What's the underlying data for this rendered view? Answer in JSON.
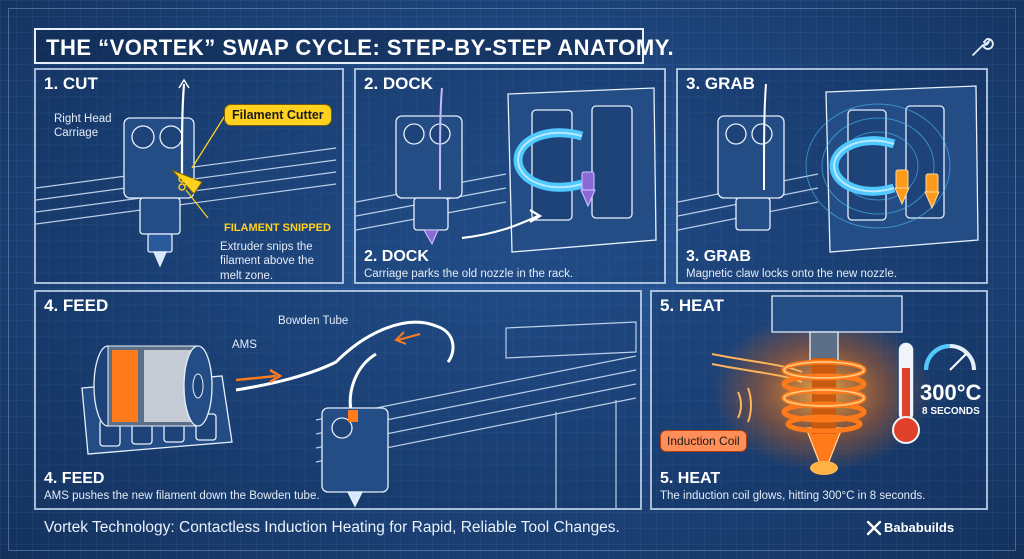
{
  "header": {
    "title": "THE “VORTEK” SWAP CYCLE: STEP-BY-STEP ANATOMY."
  },
  "panels": {
    "cut": {
      "title": "1. CUT",
      "head_label": "Right Head Carriage",
      "cutter_callout": "Filament Cutter",
      "snipped_label": "FILAMENT SNIPPED",
      "description": "Extruder snips the filament above the melt zone."
    },
    "dock": {
      "title": "2. DOCK",
      "caption": "2. DOCK",
      "description": "Carriage parks the old nozzle in the rack."
    },
    "grab": {
      "title": "3. GRAB",
      "caption": "3. GRAB",
      "description": "Magnetic claw locks onto the new nozzle."
    },
    "feed": {
      "title": "4. FEED",
      "ams_label": "AMS",
      "tube_label": "Bowden Tube",
      "caption": "4. FEED",
      "description": "AMS pushes the new filament down the Bowden tube."
    },
    "heat": {
      "title": "5. HEAT",
      "coil_label": "Induction Coil",
      "temperature": "300°C",
      "duration": "8 SECONDS",
      "caption": "5. HEAT",
      "description": "The induction coil glows, hitting 300°C in 8 seconds."
    }
  },
  "footer": {
    "text": "Vortek Technology: Contactless Induction Heating for Rapid, Reliable Tool Changes."
  },
  "brand": {
    "name": "Bababuilds"
  },
  "icons": [
    "wrench-icon",
    "scissors-icon",
    "magnet-claw-icon",
    "thermometer-icon",
    "gauge-icon",
    "induction-coil-icon",
    "spool-icon",
    "hotend-icon",
    "nozzle-icon",
    "brand-logo-icon"
  ],
  "colors": {
    "background": "#1d4379",
    "line": "#d7e8fc",
    "callout": "#ffd21f",
    "heat": "#ff7a1a",
    "magnet": "#4fc9ff",
    "nozzle_new": "#ff9a1a",
    "nozzle_old": "#8a6ad6"
  }
}
